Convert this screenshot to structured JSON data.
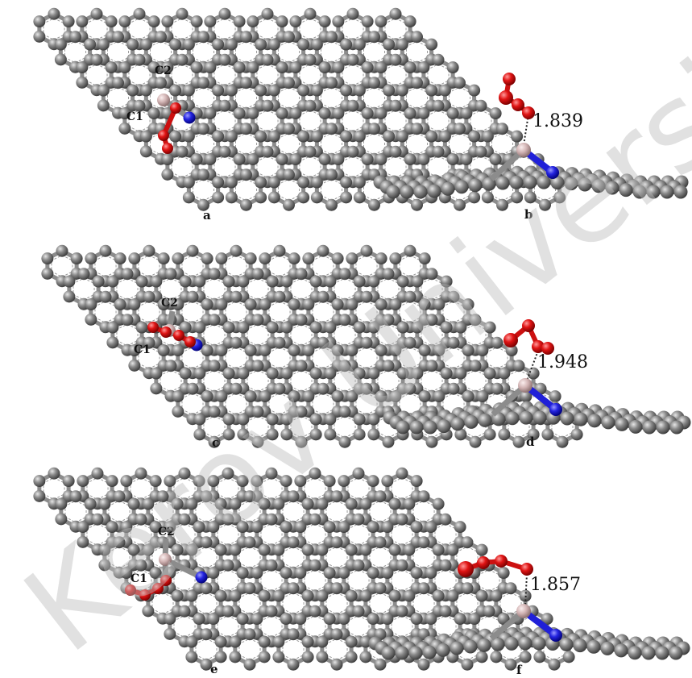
{
  "panels": [
    {
      "id": "a",
      "label": "a",
      "view": "top",
      "atom_labels": {
        "c1": "C1",
        "c2": "C2"
      }
    },
    {
      "id": "b",
      "label": "b",
      "view": "side",
      "distance": "1.839"
    },
    {
      "id": "c",
      "label": "c",
      "view": "top",
      "atom_labels": {
        "c1": "C1",
        "c2": "C2"
      }
    },
    {
      "id": "d",
      "label": "d",
      "view": "side",
      "distance": "1.948"
    },
    {
      "id": "e",
      "label": "e",
      "view": "top",
      "atom_labels": {
        "c1": "C1",
        "c2": "C2"
      }
    },
    {
      "id": "f",
      "label": "f",
      "view": "side",
      "distance": "1.857"
    }
  ],
  "watermark": "Kerov University",
  "colors": {
    "carbon": "#808080",
    "bond": "#8c8c8c",
    "boron": "#d4b8b8",
    "nitrogen": "#2020d8",
    "oxygen": "#dd1010"
  }
}
